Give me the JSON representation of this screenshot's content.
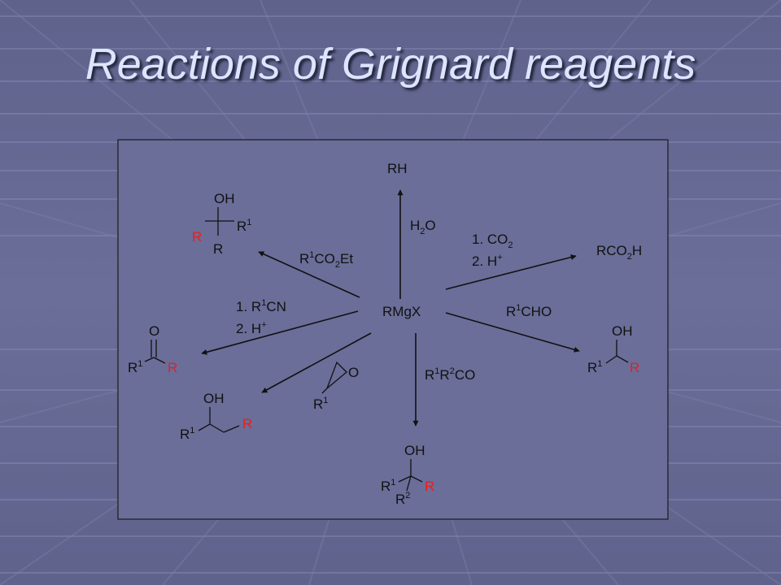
{
  "slide": {
    "title": "Reactions of Grignard reagents",
    "colors": {
      "background": "#666a94",
      "title": "#dde5ff",
      "panel": "#6a6e98",
      "r_group": "#ee1c1c"
    }
  },
  "scheme": {
    "center": {
      "r": "R",
      "rest": "MgX"
    },
    "top": {
      "reagent": {
        "text": "H",
        "sub": "2",
        "tail": "O"
      },
      "product": {
        "r": "R",
        "rest": "H"
      }
    },
    "upper_right": {
      "reagent_line1": {
        "text": "1. CO",
        "sub": "2"
      },
      "reagent_line2": {
        "text": "2. H",
        "sup": "+"
      },
      "product": {
        "r": "R",
        "text": "CO",
        "sub": "2",
        "tail": "H"
      }
    },
    "upper_left": {
      "reagent": {
        "text": "R",
        "sup": "1",
        "mid": "CO",
        "sub": "2",
        "tail": "Et"
      },
      "product": {
        "oh": "OH",
        "r": "R",
        "r_plain": "R",
        "r1": "R",
        "r1_sup": "1"
      }
    },
    "middle_left": {
      "reagent_line1": {
        "text": "1. R",
        "sup": "1",
        "tail": "CN"
      },
      "reagent_line2": {
        "text": "2. H",
        "sup": "+"
      },
      "product": {
        "o": "O",
        "r1": "R",
        "r1_sup": "1",
        "r": "R"
      }
    },
    "middle_right": {
      "reagent": {
        "text": "R",
        "sup": "1",
        "tail": "CHO"
      },
      "product": {
        "oh": "OH",
        "r1": "R",
        "r1_sup": "1",
        "r": "R"
      }
    },
    "lower_left": {
      "reagent": {
        "o": "O",
        "r1": "R",
        "r1_sup": "1"
      },
      "product": {
        "oh": "OH",
        "r1": "R",
        "r1_sup": "1",
        "r": "R"
      }
    },
    "bottom": {
      "reagent": {
        "text": "R",
        "sup1": "1",
        "mid": "R",
        "sup2": "2",
        "tail": "CO"
      },
      "product": {
        "oh": "OH",
        "r1": "R",
        "r1_sup": "1",
        "r2": "R",
        "r2_sup": "2",
        "r": "R"
      }
    }
  }
}
